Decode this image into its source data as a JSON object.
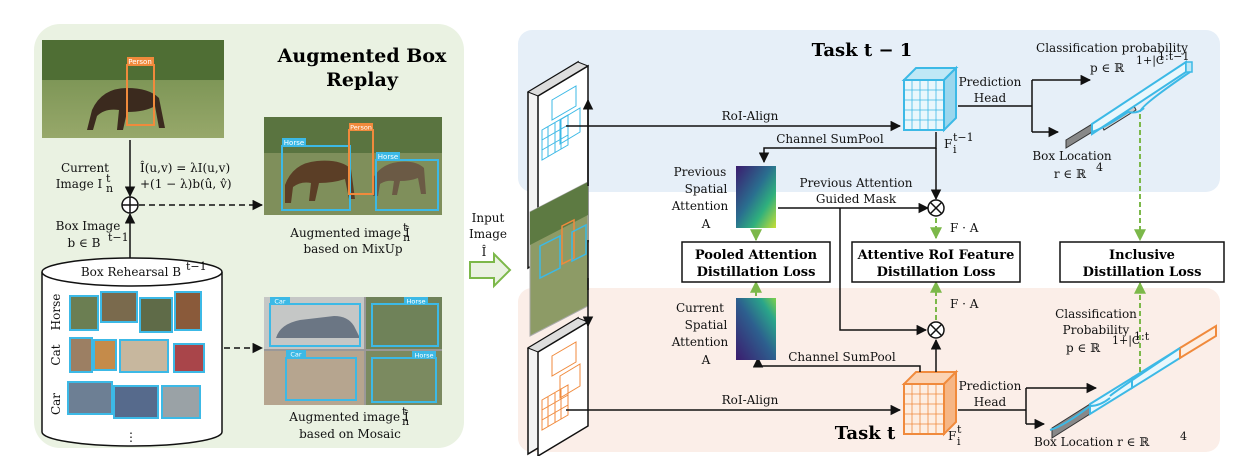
{
  "replay": {
    "title_line1": "Augmented Box",
    "title_line2": "Replay",
    "current_image_line1": "Current",
    "current_image_line2": "Image I",
    "current_image_sup": "t",
    "current_image_sub": "n",
    "person_tag": "Person",
    "horse_tag": "Horse",
    "car_tag": "Car",
    "mixup_formula_line1": "Î(u,v) = λI(u,v)",
    "mixup_formula_line2": "+(1 − λ)b(û, v̂)",
    "box_image_line1": "Box Image",
    "box_image_line2": "b ∈ B",
    "box_image_sup": "t−1",
    "rehearsal_label": "Box Rehearsal B",
    "rehearsal_sup": "t−1",
    "row_horse": "Horse",
    "row_cat": "Cat",
    "row_car": "Car",
    "ellipsis": "⋮",
    "mixup_caption_line1": "Augmented image Î",
    "mixup_caption_line2": "based on MixUp",
    "mosaic_caption_line1": "Augmented image Î",
    "mosaic_caption_line2": "based on Mosaic",
    "caption_sup": "t",
    "caption_sub": "n"
  },
  "input": {
    "line1": "Input",
    "line2": "Image",
    "symbol": "Î"
  },
  "task_prev": {
    "title": "Task t − 1",
    "roi_align": "RoI-Align",
    "pred_head_line1": "Prediction",
    "pred_head_line2": "Head",
    "feature": "F",
    "feature_sup": "t−1",
    "feature_sub": "i",
    "cls_label": "Classification probability",
    "cls_formula": "p ∈ ℝ",
    "cls_sup": "1+|C",
    "cls_sup2": "1:t−1",
    "box_loc": "Box Location",
    "box_formula": "r ∈ ℝ",
    "box_sup": "4",
    "channel_sumpool": "Channel SumPool",
    "prev_attn_line1": "Previous",
    "prev_attn_line2": "Spatial",
    "prev_attn_line3": "Attention",
    "prev_attn_sym": "A",
    "guided_line1": "Previous Attention",
    "guided_line2": "Guided Mask",
    "masked_prev": "F · A"
  },
  "losses": {
    "pooled_line1": "Pooled Attention",
    "pooled_line2": "Distillation Loss",
    "attentive_line1": "Attentive RoI Feature",
    "attentive_line2": "Distillation Loss",
    "inclusive_line1": "Inclusive",
    "inclusive_line2": "Distillation Loss"
  },
  "task_cur": {
    "title": "Task t",
    "roi_align": "RoI-Align",
    "pred_head_line1": "Prediction",
    "pred_head_line2": "Head",
    "feature": "F",
    "feature_sup": "t",
    "feature_sub": "i",
    "cls_line1": "Classification",
    "cls_line2": "Probability",
    "cls_formula": "p ∈ ℝ",
    "cls_sup": "1+|C",
    "cls_sup2": "1:t",
    "box_loc": "Box Location r ∈ ℝ",
    "box_sup": "4",
    "channel_sumpool": "Channel SumPool",
    "cur_attn_line1": "Current",
    "cur_attn_line2": "Spatial",
    "cur_attn_line3": "Attention",
    "cur_attn_sym": "A",
    "masked_cur": "F · A"
  },
  "colors": {
    "replay_bg": "#eaf2e2",
    "task_prev_bg": "#e6eff8",
    "task_cur_bg": "#fbeee8",
    "cyan": "#3cb9e6",
    "orange": "#f08a3c",
    "green_dash": "#7cb84a",
    "arrow": "#111111"
  }
}
